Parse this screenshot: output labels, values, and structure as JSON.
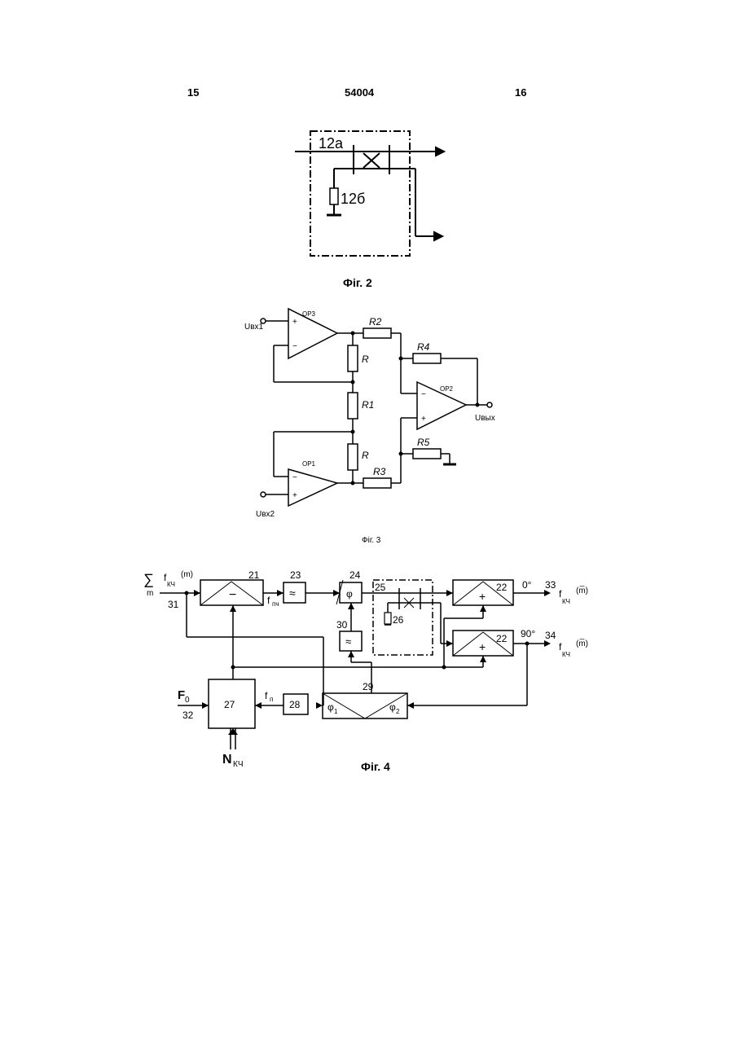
{
  "header": {
    "left_page": "15",
    "doc_number": "54004",
    "right_page": "16"
  },
  "fig2": {
    "caption": "Фіг. 2",
    "label_12a": "12а",
    "label_12b": "12б"
  },
  "fig3": {
    "caption": "Фіг. 3",
    "op3": "OP3",
    "op1": "OP1",
    "op2": "OP2",
    "r2": "R2",
    "r4": "R4",
    "r": "R",
    "r1": "R1",
    "r_low": "R",
    "r5": "R5",
    "r3": "R3",
    "u_in1": "Uвх1",
    "u_in2": "Uвх2",
    "u_out": "Uвых",
    "plus": "+",
    "minus": "−"
  },
  "fig4": {
    "caption": "Фіг. 4",
    "sum_sign": "∑",
    "sum_index": "m",
    "f_sym": "f",
    "f_sub": "КЧ",
    "m_sym": "(m)",
    "m_bar_sym": "(m̅)",
    "n21": "21",
    "n23": "23",
    "n24": "24",
    "n25": "25",
    "n26": "26",
    "n22a": "22",
    "n22b": "22",
    "n31": "31",
    "n30": "30",
    "n29": "29",
    "n27": "27",
    "n28": "28",
    "n32": "32",
    "n33": "33",
    "n34": "34",
    "minus": "−",
    "plus": "+",
    "phi": "φ",
    "phi1": "φ",
    "phi1_sub": "1",
    "phi2": "φ",
    "phi2_sub": "2",
    "filter": "≈",
    "f_pch": "f",
    "f_pch_sub": "пч",
    "f_n": "f",
    "f_n_sub": "п",
    "F0": "F",
    "F0_sub": "0",
    "N": "N",
    "N_sub": "КЧ",
    "deg0": "0°",
    "deg90": "90°"
  }
}
